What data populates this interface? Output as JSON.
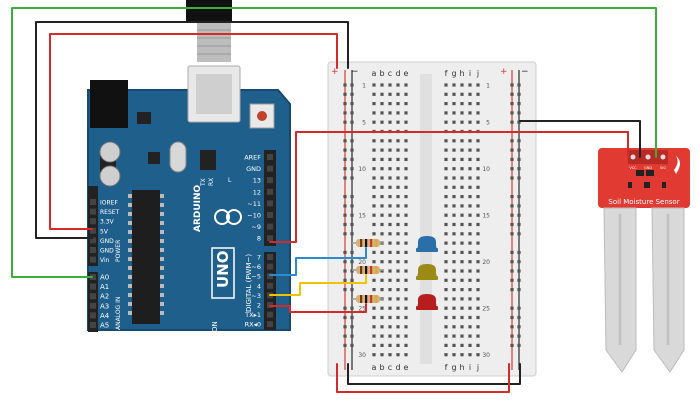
{
  "arduino": {
    "brand": "ARDUINO",
    "model": "UNO",
    "on_label": "ON",
    "tx_label": "TX",
    "rx_label": "RX",
    "l_label": "L",
    "header_digital_label": "DIGITAL (PWM~)",
    "header_power_label": "POWER",
    "header_analog_label": "ANALOG IN",
    "digital_pins": [
      "AREF",
      "GND",
      "13",
      "12",
      "~11",
      "~10",
      "~9",
      "8",
      "7",
      "~6",
      "~5",
      "4",
      "~3",
      "2",
      "TX▸1",
      "RX◂0"
    ],
    "power_pins": [
      "IOREF",
      "RESET",
      "3.3V",
      "5V",
      "GND",
      "GND",
      "Vin"
    ],
    "analog_pins": [
      "A0",
      "A1",
      "A2",
      "A3",
      "A4",
      "A5"
    ],
    "colors": {
      "board": "#1f5f8b",
      "board_dark": "#174a6e",
      "pin": "#222222",
      "silk": "#ffffff"
    }
  },
  "breadboard": {
    "col_letters_left": [
      "a",
      "b",
      "c",
      "d",
      "e"
    ],
    "col_letters_right": [
      "f",
      "g",
      "h",
      "i",
      "j"
    ],
    "rail_plus": "+",
    "rail_minus": "−",
    "row_numbers": [
      "1",
      "",
      "",
      "",
      "5",
      "",
      "",
      "",
      "",
      "10",
      "",
      "",
      "",
      "",
      "15",
      "",
      "",
      "",
      "",
      "20",
      "",
      "",
      "",
      "",
      "25",
      "",
      "",
      "",
      "",
      "30"
    ],
    "colors": {
      "body": "#eeeeee",
      "hole": "#555555",
      "rail_red": "#d23a32",
      "rail_blue": "#2a2a2a"
    }
  },
  "sensor": {
    "title": "Soil Moisture Sensor",
    "pin_labels": [
      "VCC",
      "GND",
      "SIG"
    ],
    "colors": {
      "board": "#e03a32",
      "probe": "#d9d9d9"
    }
  },
  "leds": [
    {
      "name": "blue-led",
      "color": "#2a6fa8"
    },
    {
      "name": "yellow-led",
      "color": "#9b8a16"
    },
    {
      "name": "red-led",
      "color": "#b61e1e"
    }
  ],
  "wire_colors": {
    "green": "#3aad3a",
    "black": "#222222",
    "red": "#d42a2a",
    "blue": "#2b8ad0",
    "yellow": "#f2c200",
    "gray": "#9a9a9a"
  }
}
